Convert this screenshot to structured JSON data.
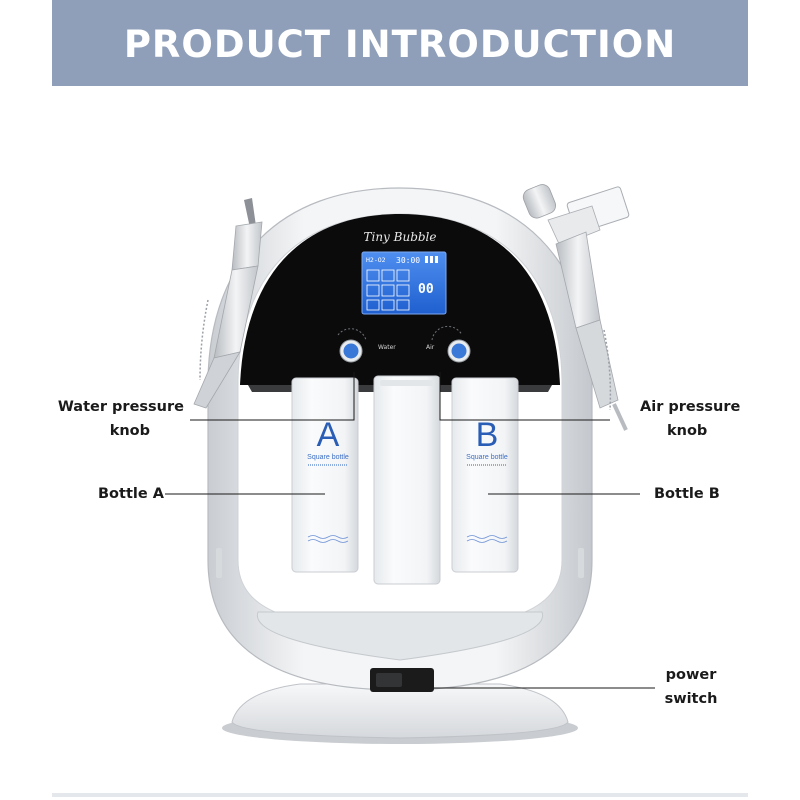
{
  "header": {
    "title": "PRODUCT INTRODUCTION"
  },
  "device": {
    "brand": "Tiny Bubble",
    "screen_readout": "30:00",
    "screen_mode": "H2-O2",
    "screen_counter": "00",
    "knob_left_label": "Water",
    "knob_right_label": "Air",
    "bottle_a_letter": "A",
    "bottle_b_letter": "B",
    "bottle_subtitle": "Square bottle"
  },
  "callouts": {
    "water_pressure_knob": [
      "Water pressure",
      "knob"
    ],
    "air_pressure_knob": [
      "Air pressure",
      "knob"
    ],
    "bottle_a": "Bottle A",
    "bottle_b": "Bottle B",
    "power_switch": [
      "power",
      "switch"
    ]
  },
  "colors": {
    "banner": "#8f9fb9",
    "screen_blue": "#2d6fd8",
    "bottle_letter": "#2a5db5",
    "device_white": "#eef0f2",
    "front_black": "#0b0b0c"
  }
}
